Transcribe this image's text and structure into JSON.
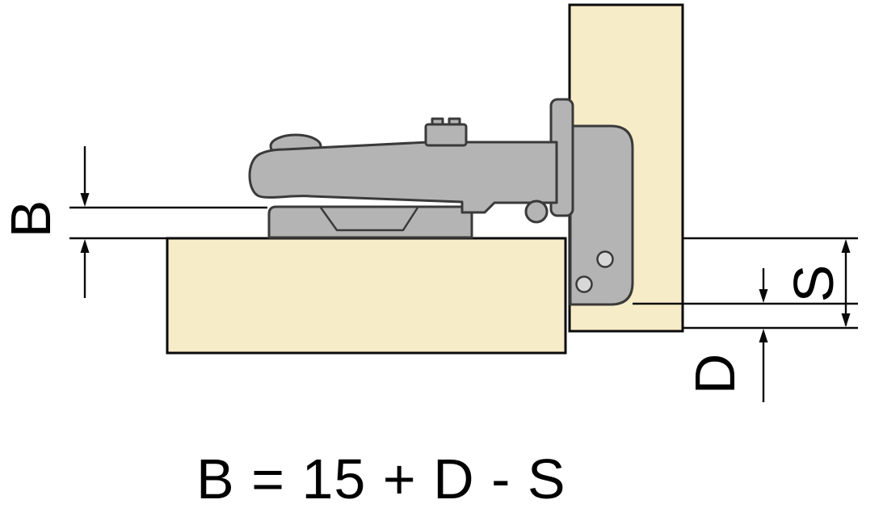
{
  "diagram": {
    "labels": {
      "b": "B",
      "s": "S",
      "d": "D"
    },
    "formula": "B = 15 + D - S",
    "colors": {
      "background": "#ffffff",
      "panel-fill": "#f7ecc8",
      "hinge-fill": "#b4b4b4",
      "hinge-stroke": "#3a3a3a",
      "hinge-hole-fill": "#d8d8d8",
      "line": "#0a0a0a",
      "text": "#000000"
    }
  }
}
